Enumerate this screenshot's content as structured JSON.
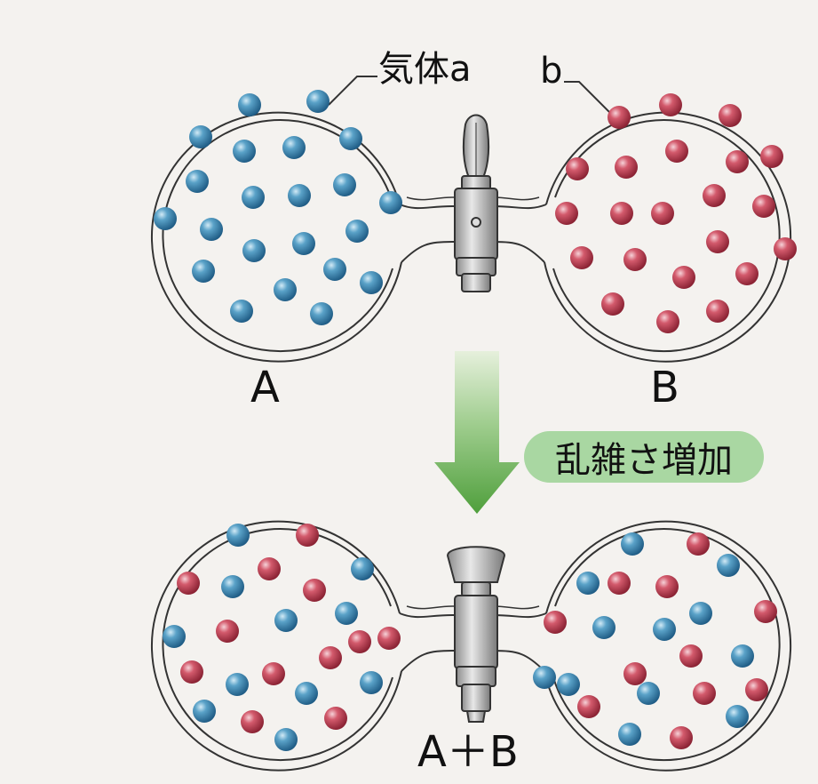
{
  "labels": {
    "gas_a": "気体a",
    "gas_b": "b",
    "flask_a": "A",
    "flask_b": "B",
    "mixed": "A＋B"
  },
  "process_label": "乱雑さ増加",
  "colors": {
    "gas_a": "#3d86b2",
    "gas_b": "#c44256",
    "arrow": "#5cab47",
    "pill": "#a9d7a2",
    "outline": "#333333"
  },
  "states": [
    {
      "name": "before",
      "valve": "closed",
      "flask_a_contents": "gas_a",
      "flask_b_contents": "gas_b"
    },
    {
      "name": "after",
      "valve": "open",
      "flask_a_contents": "gas_a+gas_b",
      "flask_b_contents": "gas_a+gas_b"
    }
  ]
}
